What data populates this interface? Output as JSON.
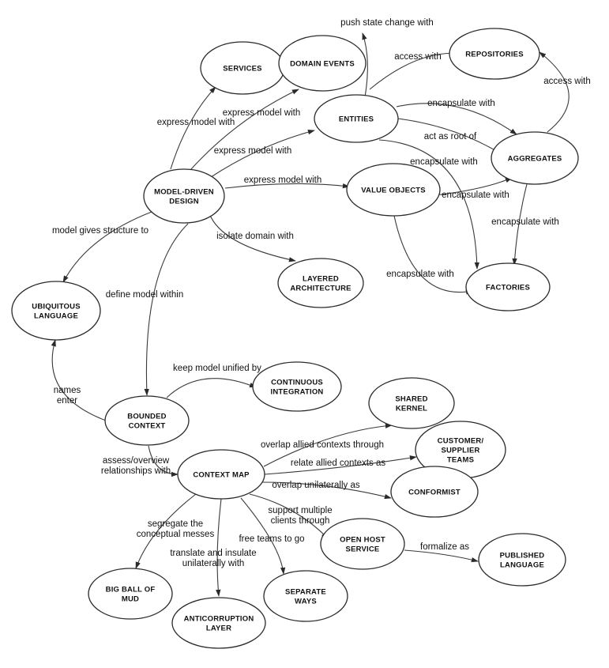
{
  "nodes": {
    "services": [
      "SERVICES"
    ],
    "domain_events": [
      "DOMAIN EVENTS"
    ],
    "repositories": [
      "REPOSITORIES"
    ],
    "entities": [
      "ENTITIES"
    ],
    "aggregates": [
      "AGGREGATES"
    ],
    "model_driven_design": [
      "MODEL-DRIVEN",
      "DESIGN"
    ],
    "value_objects": [
      "VALUE OBJECTS"
    ],
    "layered_architecture": [
      "LAYERED",
      "ARCHITECTURE"
    ],
    "factories": [
      "FACTORIES"
    ],
    "ubiquitous_language": [
      "UBIQUITOUS",
      "LANGUAGE"
    ],
    "continuous_integration": [
      "CONTINUOUS",
      "INTEGRATION"
    ],
    "bounded_context": [
      "BOUNDED",
      "CONTEXT"
    ],
    "shared_kernel": [
      "SHARED",
      "KERNEL"
    ],
    "customer_supplier_teams": [
      "CUSTOMER/",
      "SUPPLIER",
      "TEAMS"
    ],
    "context_map": [
      "CONTEXT MAP"
    ],
    "conformist": [
      "CONFORMIST"
    ],
    "open_host_service": [
      "OPEN HOST",
      "SERVICE"
    ],
    "published_language": [
      "PUBLISHED",
      "LANGUAGE"
    ],
    "big_ball_of_mud": [
      "BIG BALL OF",
      "MUD"
    ],
    "separate_ways": [
      "SEPARATE",
      "WAYS"
    ],
    "anticorruption_layer": [
      "ANTICORRUPTION",
      "LAYER"
    ]
  },
  "edges": {
    "push_state_change": [
      "push state change with"
    ],
    "access_with_entities": [
      "access with"
    ],
    "access_with_aggregates": [
      "access with"
    ],
    "express_model_services": [
      "express model with"
    ],
    "express_model_events": [
      "express model with"
    ],
    "express_model_entities": [
      "express model with"
    ],
    "express_model_values": [
      "express model with"
    ],
    "encapsulate_entities_aggregates": [
      "encapsulate with"
    ],
    "act_as_root": [
      "act as root of"
    ],
    "encapsulate_entities_factories": [
      "encapsulate with"
    ],
    "encapsulate_values_aggregates": [
      "encapsulate with"
    ],
    "encapsulate_aggregates_factories": [
      "encapsulate with"
    ],
    "encapsulate_values_factories": [
      "encapsulate with"
    ],
    "model_gives_structure": [
      "model gives structure to"
    ],
    "isolate_domain": [
      "isolate domain with"
    ],
    "define_model_within": [
      "define model within"
    ],
    "keep_model_unified": [
      "keep model unified by"
    ],
    "names_enter": [
      "names",
      "enter"
    ],
    "assess_overview": [
      "assess/overview",
      "relationships with"
    ],
    "overlap_allied": [
      "overlap allied contexts through"
    ],
    "relate_allied": [
      "relate allied contexts as"
    ],
    "overlap_unilaterally": [
      "overlap unilaterally as"
    ],
    "support_multiple": [
      "support multiple",
      "clients through"
    ],
    "formalize_as": [
      "formalize as"
    ],
    "segregate": [
      "segregate the",
      "conceptual messes"
    ],
    "translate_insulate": [
      "translate and insulate",
      "unilaterally with"
    ],
    "free_teams": [
      "free teams to go"
    ]
  }
}
